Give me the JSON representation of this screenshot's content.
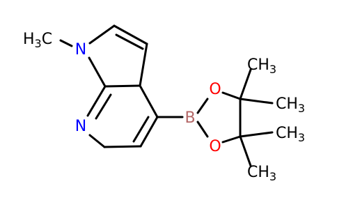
{
  "molecule": {
    "atoms": {
      "n_methyl": {
        "text": "N",
        "color": "#0000ff"
      },
      "n_pyridine": {
        "text": "N",
        "color": "#0000ff"
      },
      "boron": {
        "text": "B",
        "color": "#b46767"
      },
      "o_top": {
        "text": "O",
        "color": "#ff0000"
      },
      "o_bottom": {
        "text": "O",
        "color": "#ff0000"
      }
    },
    "methyl_n": {
      "main": "H",
      "sub": "3",
      "tail": "C"
    },
    "methyl_1": {
      "main": "CH",
      "sub": "3"
    },
    "methyl_2": {
      "main": "CH",
      "sub": "3"
    },
    "methyl_3": {
      "main": "CH",
      "sub": "3"
    },
    "methyl_4": {
      "main": "CH",
      "sub": "3"
    }
  }
}
